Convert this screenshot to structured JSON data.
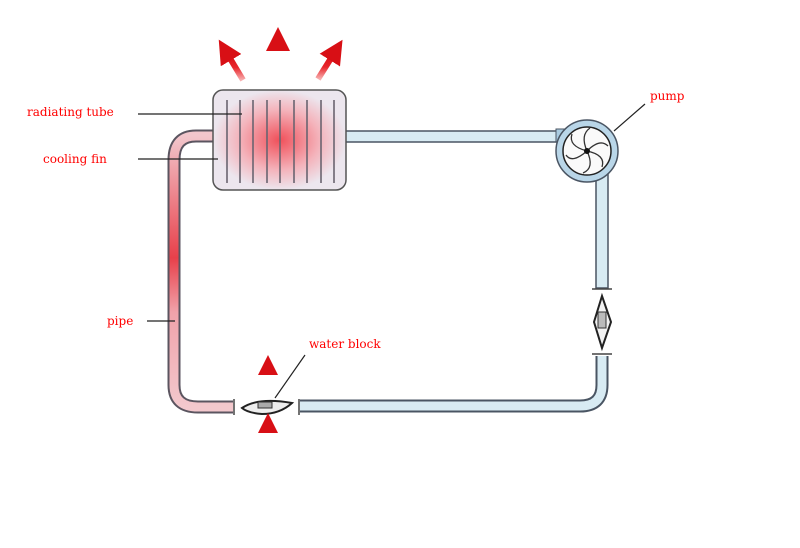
{
  "labels": {
    "radiating_tube": "radiating tube",
    "cooling_fin": "cooling fin",
    "pipe": "pipe",
    "water_block": "water block",
    "pump": "pump"
  },
  "colors": {
    "label": "#ff0000",
    "hot": "#e8323c",
    "cool_pipe": "#d6e9f2",
    "pipe_outline": "#4a5563",
    "arrow": "#e0151b"
  }
}
